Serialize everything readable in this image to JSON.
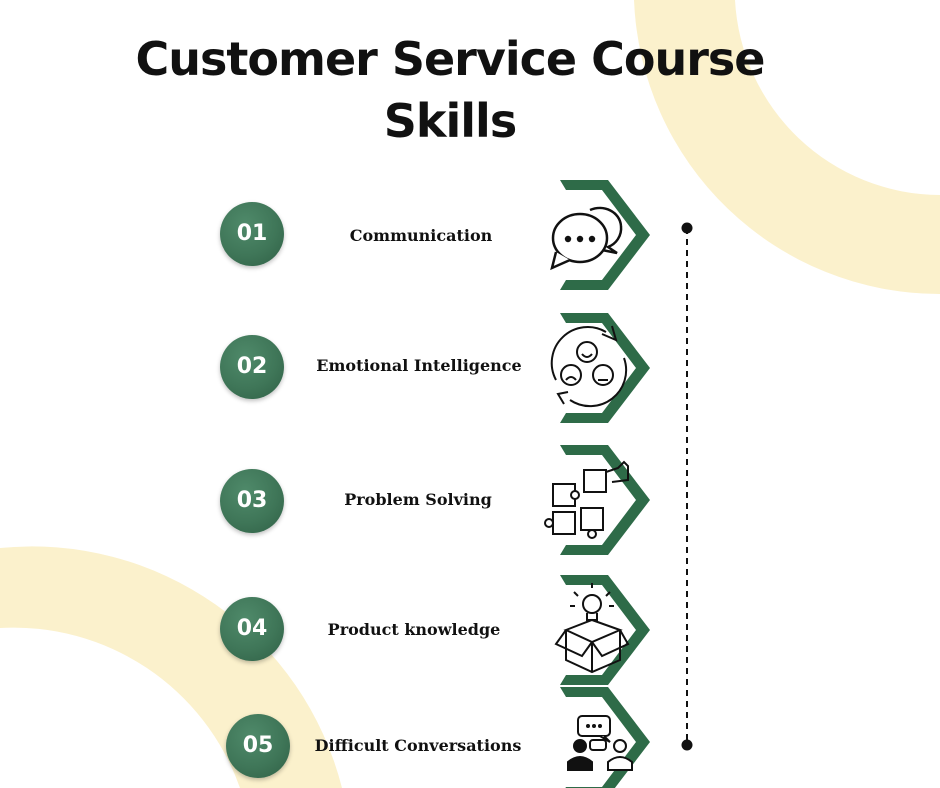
{
  "title": "Customer Service Course Skills",
  "colors": {
    "accent": "#2e6b48",
    "circle": "#3f7658",
    "decor": "#fbf1cc",
    "text": "#111111"
  },
  "skills": [
    {
      "number": "01",
      "label": "Communication",
      "icon": "chat-bubbles-icon"
    },
    {
      "number": "02",
      "label": "Emotional Intelligence",
      "icon": "emotion-faces-cycle-icon"
    },
    {
      "number": "03",
      "label": "Problem Solving",
      "icon": "puzzle-pieces-icon"
    },
    {
      "number": "04",
      "label": "Product knowledge",
      "icon": "lightbulb-box-icon"
    },
    {
      "number": "05",
      "label": "Difficult Conversations",
      "icon": "people-talking-icon"
    }
  ]
}
